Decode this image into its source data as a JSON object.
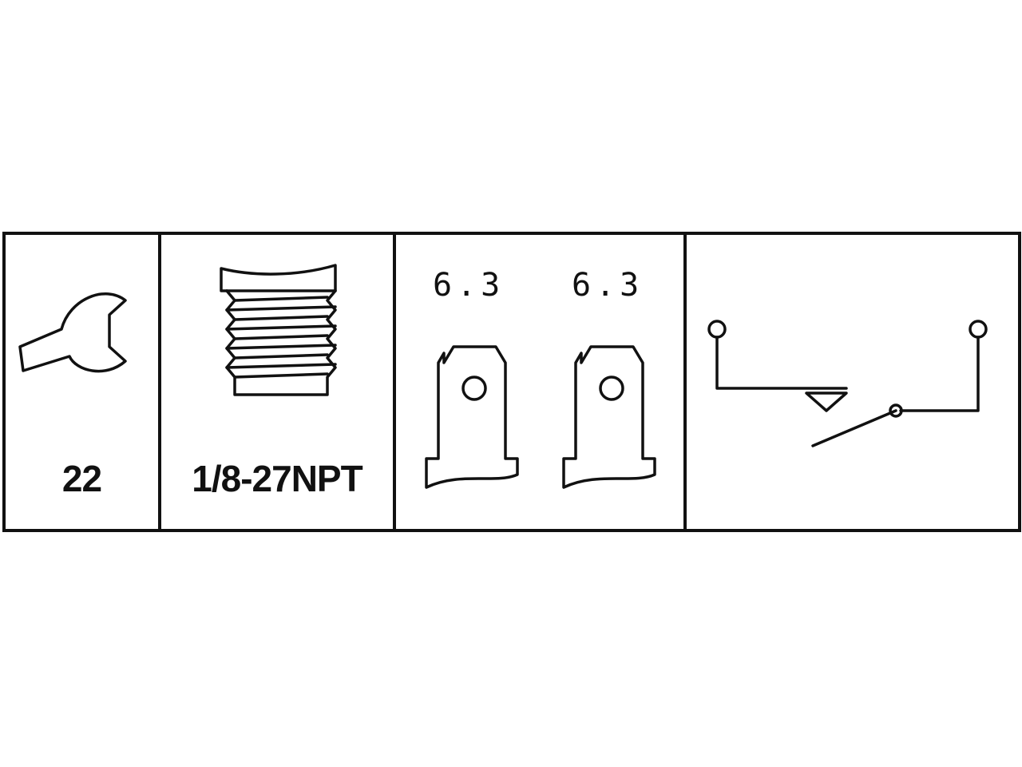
{
  "wrench_size": "22",
  "thread_spec": "1/8-27NPT",
  "terminals": [
    "6.3",
    "6.3"
  ],
  "icons": [
    "wrench-icon",
    "thread-icon",
    "flat-terminal-icon",
    "normally-open-switch-icon"
  ],
  "colors": {
    "line": "#111111",
    "background": "#ffffff"
  }
}
